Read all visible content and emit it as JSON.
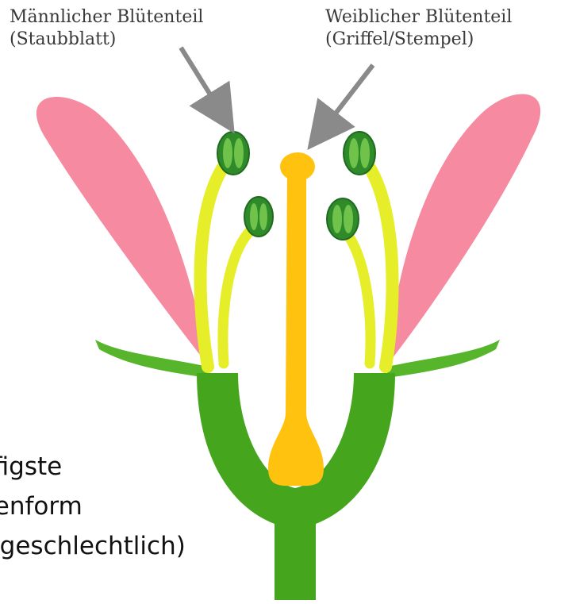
{
  "labels": {
    "male_line1": "Männlicher Blütenteil",
    "male_line2": "(Staubblatt)",
    "female_line1": "Weiblicher Blütenteil",
    "female_line2": "(Griffel/Stempel)"
  },
  "caption": {
    "line1": "ufigste",
    "line2": "itenform",
    "line3": "eigeschlechtlich)"
  },
  "colors": {
    "petal": "#f58aa0",
    "stem": "#45a61e",
    "sepal": "#56b52b",
    "stamen": "#e6ee2a",
    "anther": "#2f8a2a",
    "pistil": "#ffc20e",
    "arrow": "#8a8a8a"
  }
}
